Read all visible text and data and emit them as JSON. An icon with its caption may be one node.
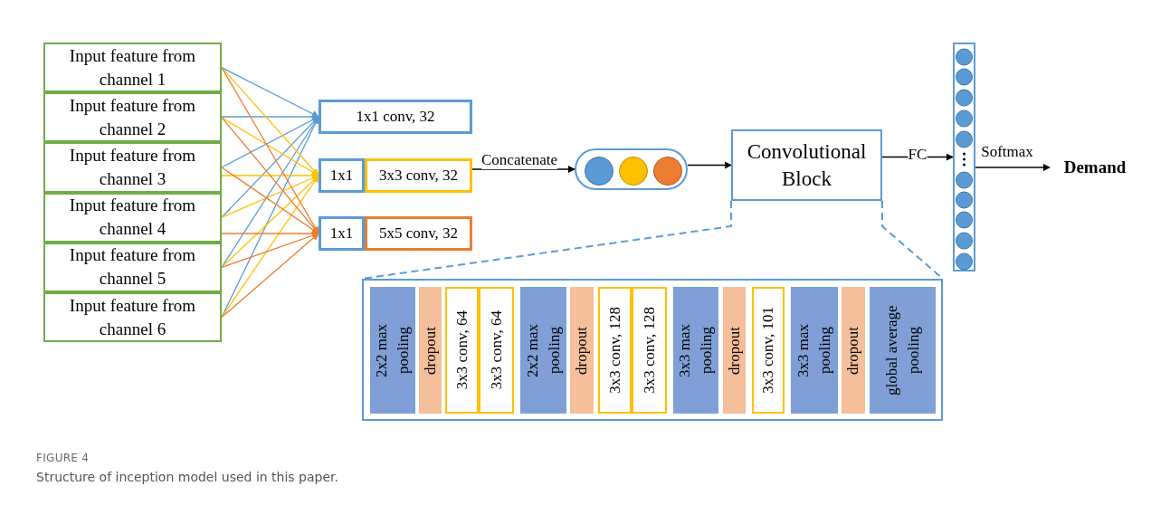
{
  "diagram": {
    "caption": "Structure of inception model used in this paper.",
    "nodes": [
      {
        "text": [
          "Input feature from channel 1"
        ]
      },
      {
        "text": [
          "Input feature from channel 2"
        ]
      },
      {
        "text": [
          "Input feature from channel 3"
        ]
      },
      {
        "text": [
          "Input feature from channel 4"
        ]
      },
      {
        "text": [
          "Input feature from channel 5"
        ]
      },
      {
        "text": [
          "Input feature from channel 6"
        ]
      },
      {
        "text": [
          "1x1 conv, 32"
        ]
      },
      {
        "text": [
          "1x1"
        ]
      },
      {
        "text": [
          "3x3 conv, 32"
        ]
      },
      {
        "text": [
          "1x1"
        ]
      },
      {
        "text": [
          "5x5 conv, 32"
        ]
      },
      {
        "text": [],
        "shape": "box"
      },
      {
        "text": [],
        "shape": "circle",
        "in": 11
      },
      {
        "text": [],
        "shape": "circle",
        "in": 11
      },
      {
        "text": [],
        "shape": "circle",
        "in": 11
      },
      {
        "text": [
          "Convolutional Block"
        ]
      },
      {
        "text": [],
        "shape": "bar"
      },
      {
        "text": [
          "Demand"
        ]
      },
      {
        "text": [],
        "shape": "box"
      },
      {
        "text": [
          "2x2 max pooling"
        ],
        "in": 18
      },
      {
        "text": [
          "dropout"
        ],
        "in": 18
      },
      {
        "text": [
          "3x3 conv, 64"
        ],
        "in": 18
      },
      {
        "text": [
          "3x3 conv, 64"
        ],
        "in": 18
      },
      {
        "text": [
          "2x2 max pooling"
        ],
        "in": 18
      },
      {
        "text": [
          "dropout"
        ],
        "in": 18
      },
      {
        "text": [
          "3x3 conv, 128"
        ],
        "in": 18
      },
      {
        "text": [
          "3x3 conv, 128"
        ],
        "in": 18
      },
      {
        "text": [
          "3x3 max pooling"
        ],
        "in": 18
      },
      {
        "text": [
          "dropout"
        ],
        "in": 18
      },
      {
        "text": [
          "3x3 conv, 101"
        ],
        "in": 18
      },
      {
        "text": [
          "3x3 max pooling"
        ],
        "in": 18
      },
      {
        "text": [
          "dropout"
        ],
        "in": 18
      },
      {
        "text": [
          "global average pooling"
        ],
        "in": 18
      }
    ],
    "edges": [
      {
        "from": 0,
        "to": 6,
        "arrow": "to",
        "color": "#5b9bd5"
      },
      {
        "from": 1,
        "to": 6,
        "arrow": "to",
        "color": "#5b9bd5"
      },
      {
        "from": 2,
        "to": 6,
        "arrow": "to",
        "color": "#5b9bd5"
      },
      {
        "from": 3,
        "to": 6,
        "arrow": "to",
        "color": "#5b9bd5"
      },
      {
        "from": 4,
        "to": 6,
        "arrow": "to",
        "color": "#5b9bd5"
      },
      {
        "from": 5,
        "to": 6,
        "arrow": "to",
        "color": "#5b9bd5"
      },
      {
        "from": 0,
        "to": 7,
        "arrow": "to",
        "color": "#ffc000"
      },
      {
        "from": 1,
        "to": 7,
        "arrow": "to",
        "color": "#ffc000"
      },
      {
        "from": 2,
        "to": 7,
        "arrow": "to",
        "color": "#ffc000"
      },
      {
        "from": 3,
        "to": 7,
        "arrow": "to",
        "color": "#ffc000"
      },
      {
        "from": 4,
        "to": 7,
        "arrow": "to",
        "color": "#ffc000"
      },
      {
        "from": 5,
        "to": 7,
        "arrow": "to",
        "color": "#ffc000"
      },
      {
        "from": 0,
        "to": 9,
        "arrow": "to",
        "color": "#ed7d31"
      },
      {
        "from": 1,
        "to": 9,
        "arrow": "to",
        "color": "#ed7d31"
      },
      {
        "from": 2,
        "to": 9,
        "arrow": "to",
        "color": "#ed7d31"
      },
      {
        "from": 3,
        "to": 9,
        "arrow": "to",
        "color": "#ed7d31"
      },
      {
        "from": 4,
        "to": 9,
        "arrow": "to",
        "color": "#ed7d31"
      },
      {
        "from": 5,
        "to": 9,
        "arrow": "to",
        "color": "#ed7d31"
      },
      {
        "from": 8,
        "to": 11,
        "arrow": "to",
        "label": "Concatenate",
        "color": "#000000"
      },
      {
        "from": 11,
        "to": 15,
        "arrow": "to",
        "color": "#000000"
      },
      {
        "from": 15,
        "to": 16,
        "arrow": "to",
        "label": "FC",
        "color": "#000000"
      },
      {
        "from": 16,
        "to": 17,
        "arrow": "to",
        "label": "Softmax",
        "color": "#000000"
      },
      {
        "from": 15,
        "to": 18,
        "arrow": "none",
        "style": "dashed",
        "color": "#5b9bd5"
      },
      {
        "from": 15,
        "to": 18,
        "arrow": "none",
        "style": "dashed",
        "color": "#5b9bd5"
      }
    ],
    "labels": [
      "FIGURE 4"
    ]
  }
}
